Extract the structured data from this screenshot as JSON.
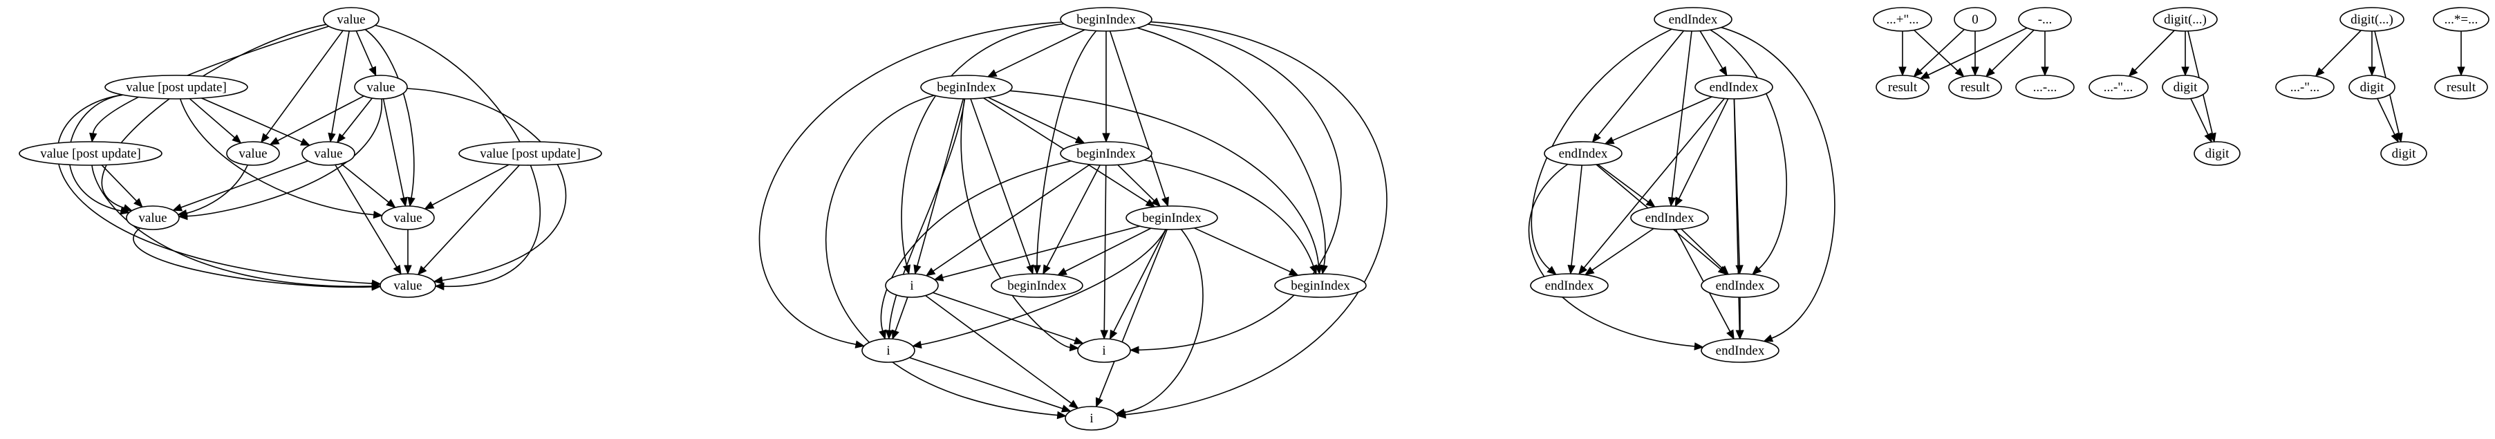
{
  "colors": {
    "stroke": "#000000",
    "node_fill": "#ffffff",
    "background": "#ffffff"
  },
  "clusters": [
    {
      "id": "value-graph",
      "nodes": [
        {
          "id": "v_top",
          "label": "value"
        },
        {
          "id": "v_pu1",
          "label": "value [post update]"
        },
        {
          "id": "v_m",
          "label": "value"
        },
        {
          "id": "v_pu2",
          "label": "value [post update]"
        },
        {
          "id": "v_a",
          "label": "value"
        },
        {
          "id": "v_b",
          "label": "value"
        },
        {
          "id": "v_pu3",
          "label": "value [post update]"
        },
        {
          "id": "v_c",
          "label": "value"
        },
        {
          "id": "v_d",
          "label": "value"
        },
        {
          "id": "v_bot",
          "label": "value"
        }
      ]
    },
    {
      "id": "beginIndex-graph",
      "nodes": [
        {
          "id": "b_top",
          "label": "beginIndex"
        },
        {
          "id": "b_1",
          "label": "beginIndex"
        },
        {
          "id": "b_2",
          "label": "beginIndex"
        },
        {
          "id": "b_3",
          "label": "beginIndex"
        },
        {
          "id": "i_1",
          "label": "i"
        },
        {
          "id": "b_4",
          "label": "beginIndex"
        },
        {
          "id": "b_5",
          "label": "beginIndex"
        },
        {
          "id": "i_2",
          "label": "i"
        },
        {
          "id": "i_3",
          "label": "i"
        },
        {
          "id": "i_4",
          "label": "i"
        }
      ]
    },
    {
      "id": "endIndex-graph",
      "nodes": [
        {
          "id": "e_top",
          "label": "endIndex"
        },
        {
          "id": "e_1",
          "label": "endIndex"
        },
        {
          "id": "e_2",
          "label": "endIndex"
        },
        {
          "id": "e_3",
          "label": "endIndex"
        },
        {
          "id": "e_4",
          "label": "endIndex"
        },
        {
          "id": "e_5",
          "label": "endIndex"
        },
        {
          "id": "e_6",
          "label": "endIndex"
        }
      ]
    },
    {
      "id": "result-graph",
      "nodes": [
        {
          "id": "r_s1",
          "label": "...+\"..."
        },
        {
          "id": "r_0",
          "label": "0"
        },
        {
          "id": "r_s2",
          "label": "-..."
        },
        {
          "id": "r_1",
          "label": "result"
        },
        {
          "id": "r_2",
          "label": "result"
        },
        {
          "id": "r_s3",
          "label": "...-..."
        }
      ]
    },
    {
      "id": "digit-graph-1",
      "nodes": [
        {
          "id": "d1_c",
          "label": "digit(...)"
        },
        {
          "id": "d1_s",
          "label": "...-\"..."
        },
        {
          "id": "d1_d",
          "label": "digit"
        },
        {
          "id": "d1_e",
          "label": "digit"
        }
      ]
    },
    {
      "id": "digit-graph-2",
      "nodes": [
        {
          "id": "d2_c",
          "label": "digit(...)"
        },
        {
          "id": "d2_s",
          "label": "...-\"..."
        },
        {
          "id": "d2_d",
          "label": "digit"
        },
        {
          "id": "d2_e",
          "label": "digit"
        }
      ]
    },
    {
      "id": "result-graph-2",
      "nodes": [
        {
          "id": "r3_s",
          "label": "...*=..."
        },
        {
          "id": "r3_r",
          "label": "result"
        }
      ]
    }
  ]
}
